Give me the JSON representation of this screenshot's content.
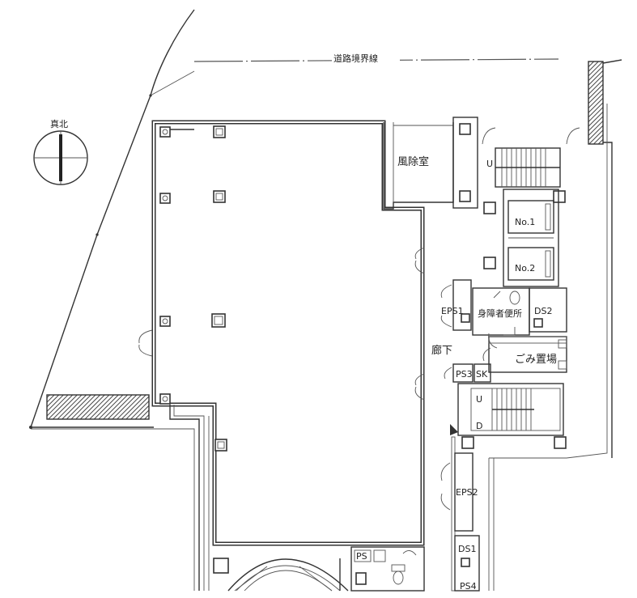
{
  "plan": {
    "road_boundary_label": "道路境界線",
    "true_north_label": "真北",
    "windbreak_room_label": "風除室",
    "elevator_1_label": "No.1",
    "elevator_2_label": "No.2",
    "eps1_label": "EPS1",
    "accessible_wc_label": "身障者便所",
    "ds2_label": "DS2",
    "corridor_label": "廊下",
    "garbage_label": "ごみ置場",
    "ps3_label": "PS3",
    "sk_label": "SK",
    "eps2_label": "EPS2",
    "ds1_label": "DS1",
    "ps4_label": "PS4",
    "ps_label": "PS",
    "stair_up_label": "U",
    "stair_down_label": "D"
  },
  "colors": {
    "line": "#333333",
    "hatch": "#444444",
    "background": "#ffffff"
  }
}
